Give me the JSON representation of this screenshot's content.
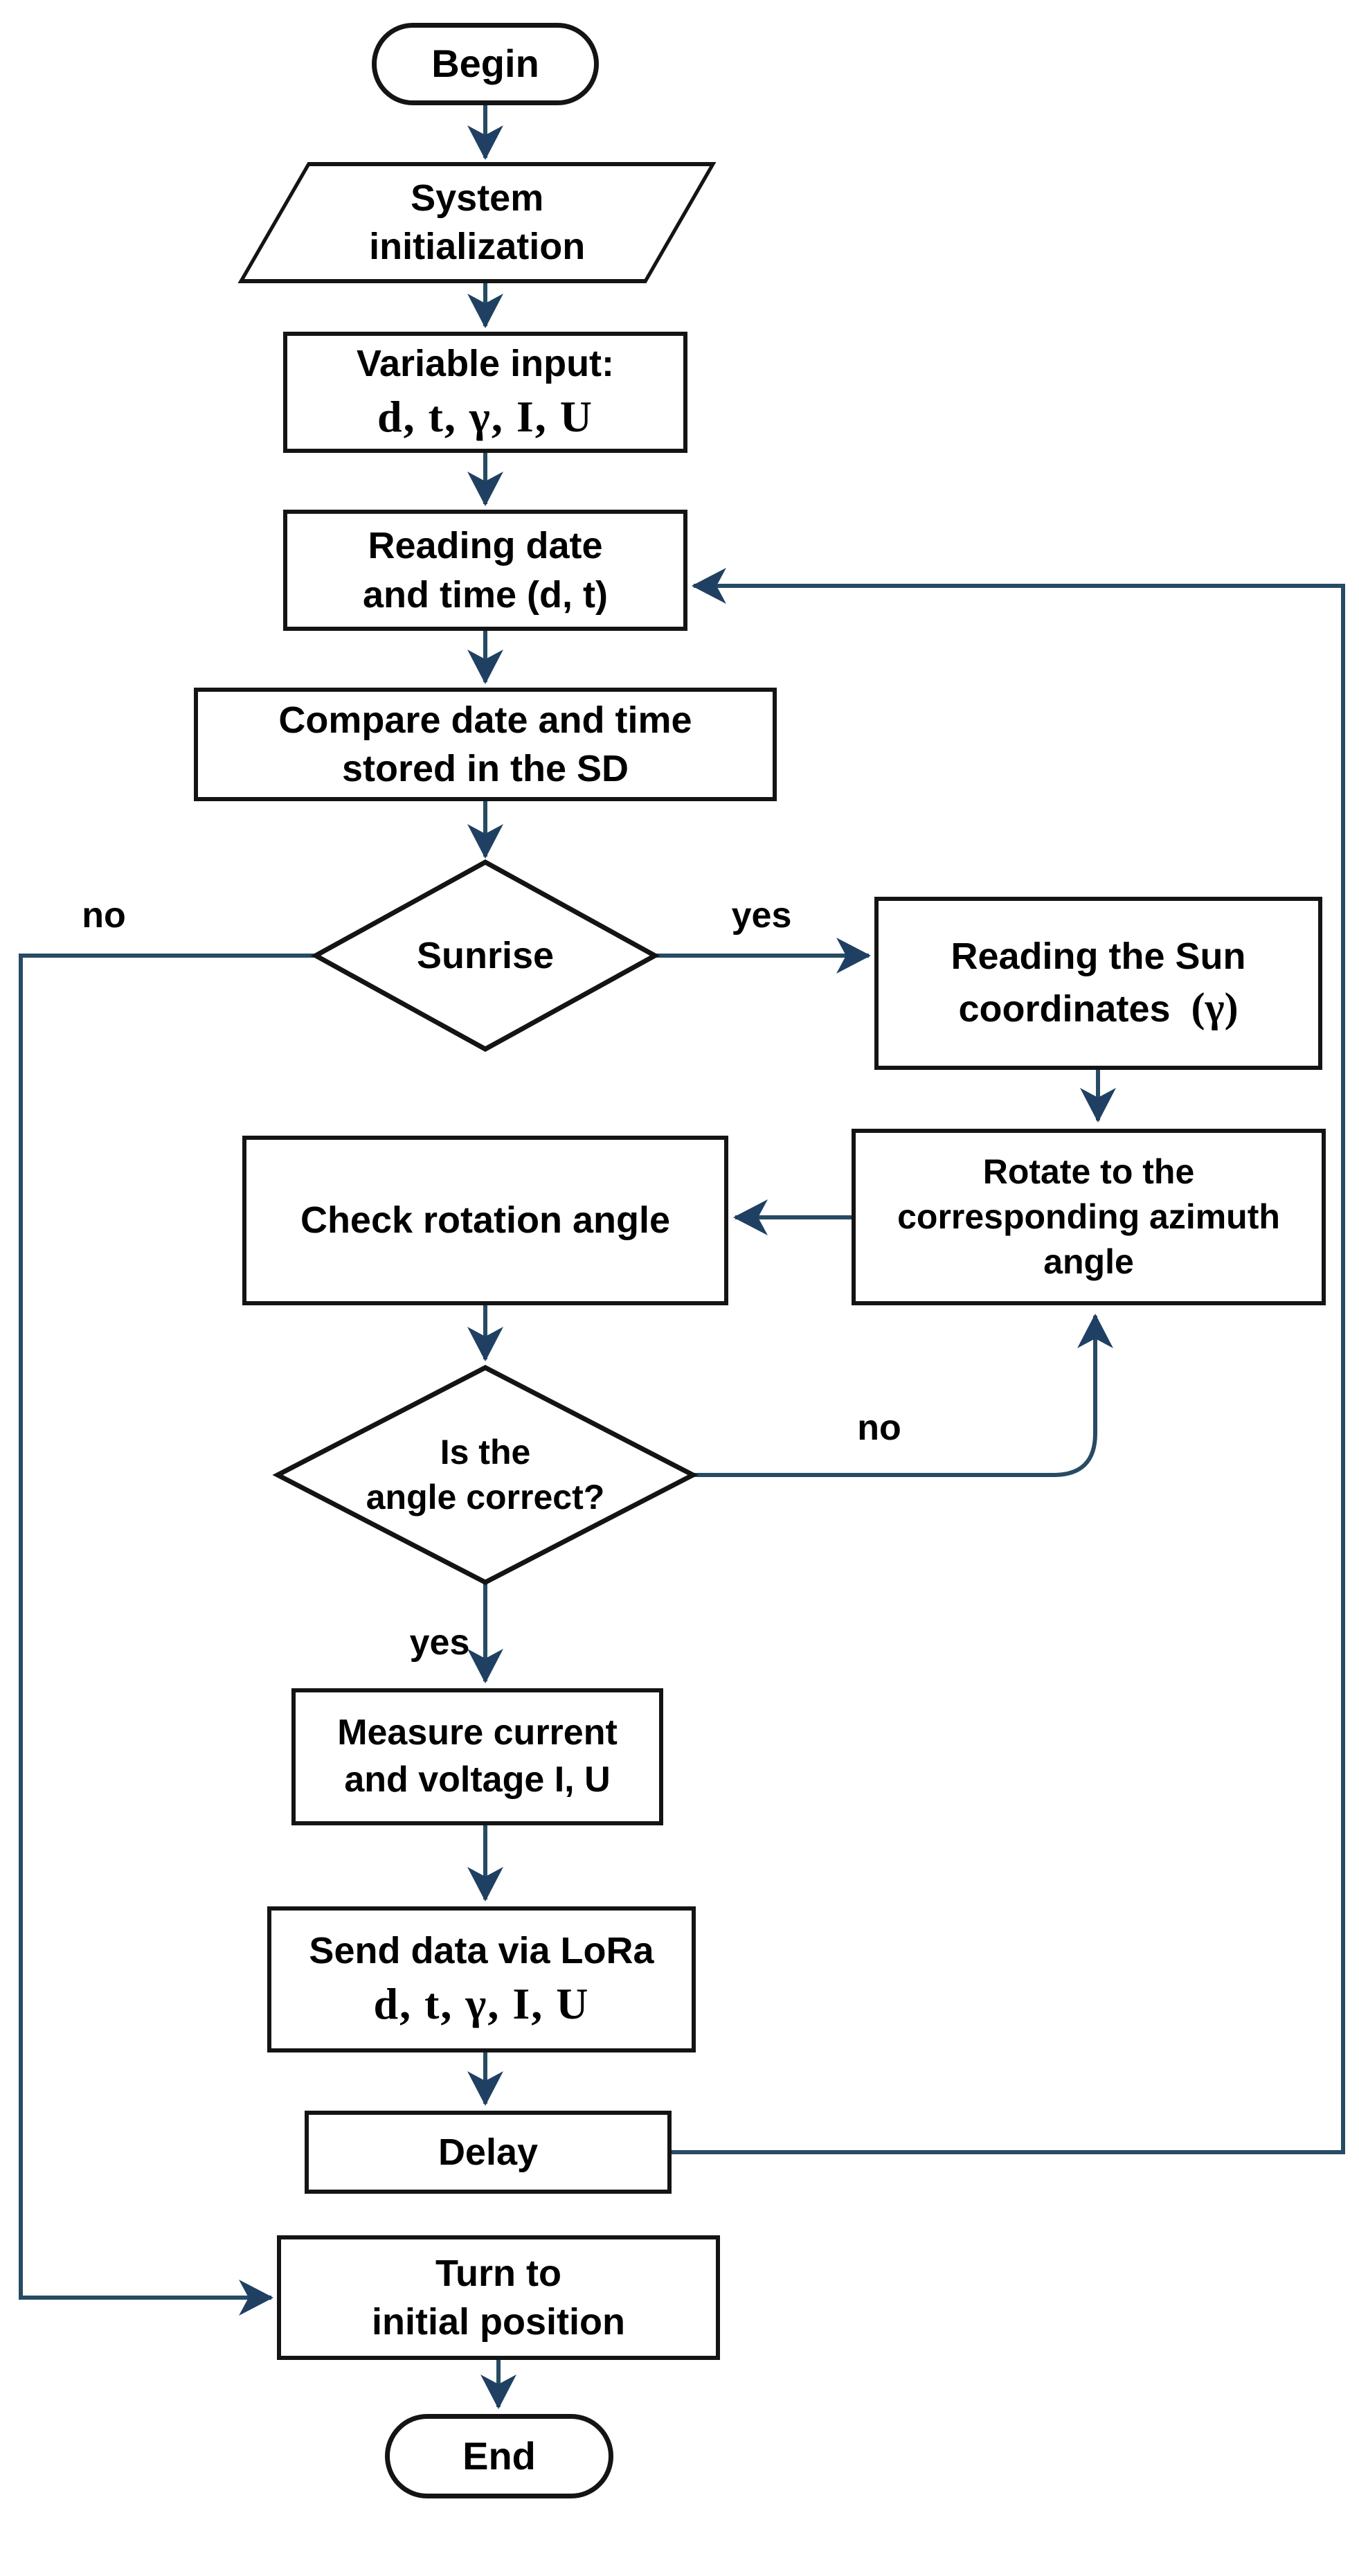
{
  "flow": {
    "nodes": {
      "begin": {
        "label": "Begin"
      },
      "system_initialization": {
        "lines": [
          "System",
          "initialization"
        ]
      },
      "variable_input": {
        "lines": [
          "Variable input:",
          "d, t, γ, I, U"
        ]
      },
      "reading_datetime": {
        "lines": [
          "Reading date",
          "and time (d, t)"
        ]
      },
      "compare_sd": {
        "lines": [
          "Compare date and time",
          "stored in the SD"
        ]
      },
      "sunrise": {
        "label": "Sunrise"
      },
      "reading_sun": {
        "line1": "Reading the Sun",
        "line2a": "coordinates",
        "line2b": "(γ)"
      },
      "rotate_azimuth": {
        "lines": [
          "Rotate to the",
          "corresponding azimuth",
          "angle"
        ]
      },
      "check_rotation": {
        "label": "Check rotation angle"
      },
      "angle_correct": {
        "lines": [
          "Is the",
          "angle correct?"
        ]
      },
      "measure": {
        "lines": [
          "Measure current",
          "and voltage I, U"
        ]
      },
      "send_lora": {
        "lines": [
          "Send data via LoRa",
          "d, t, γ, I, U"
        ]
      },
      "delay": {
        "label": "Delay"
      },
      "turn_initial": {
        "lines": [
          "Turn to",
          "initial position"
        ]
      },
      "end": {
        "label": "End"
      }
    },
    "edge_labels": {
      "sunrise_no": "no",
      "sunrise_yes": "yes",
      "angle_no": "no",
      "angle_yes": "yes"
    },
    "colors": {
      "wire": "#274b63",
      "arrowhead": "#1f4062",
      "node_border": "#141414",
      "text": "#000000",
      "background": "#ffffff"
    }
  }
}
